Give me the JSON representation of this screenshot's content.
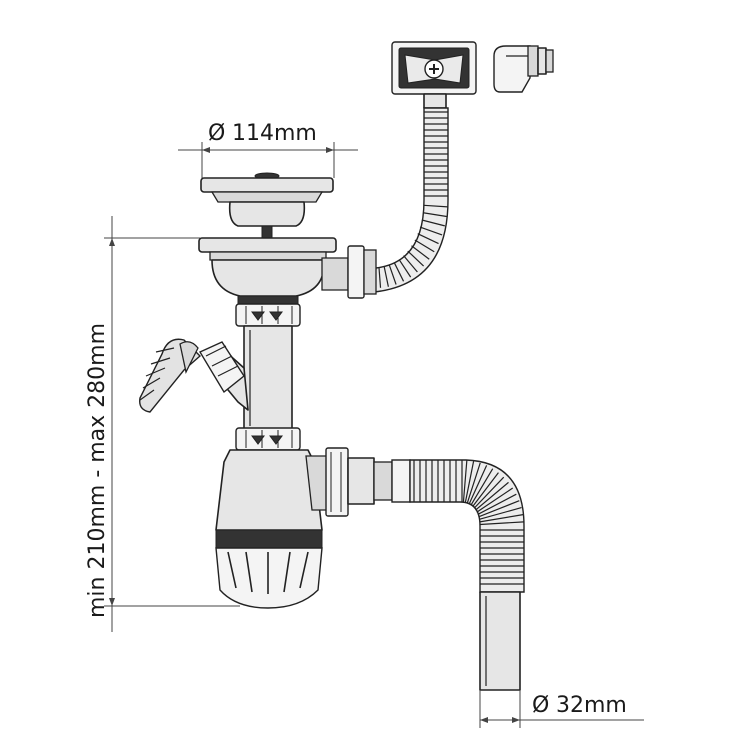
{
  "dimensions": {
    "top_diameter": "114mm",
    "pipe_diameter": "32mm",
    "height_range": "min 210mm - max 280mm",
    "diameter_symbol": "Ø"
  },
  "colors": {
    "line": "#222222",
    "part_fill": "#e6e6e6",
    "dark": "#333333"
  }
}
